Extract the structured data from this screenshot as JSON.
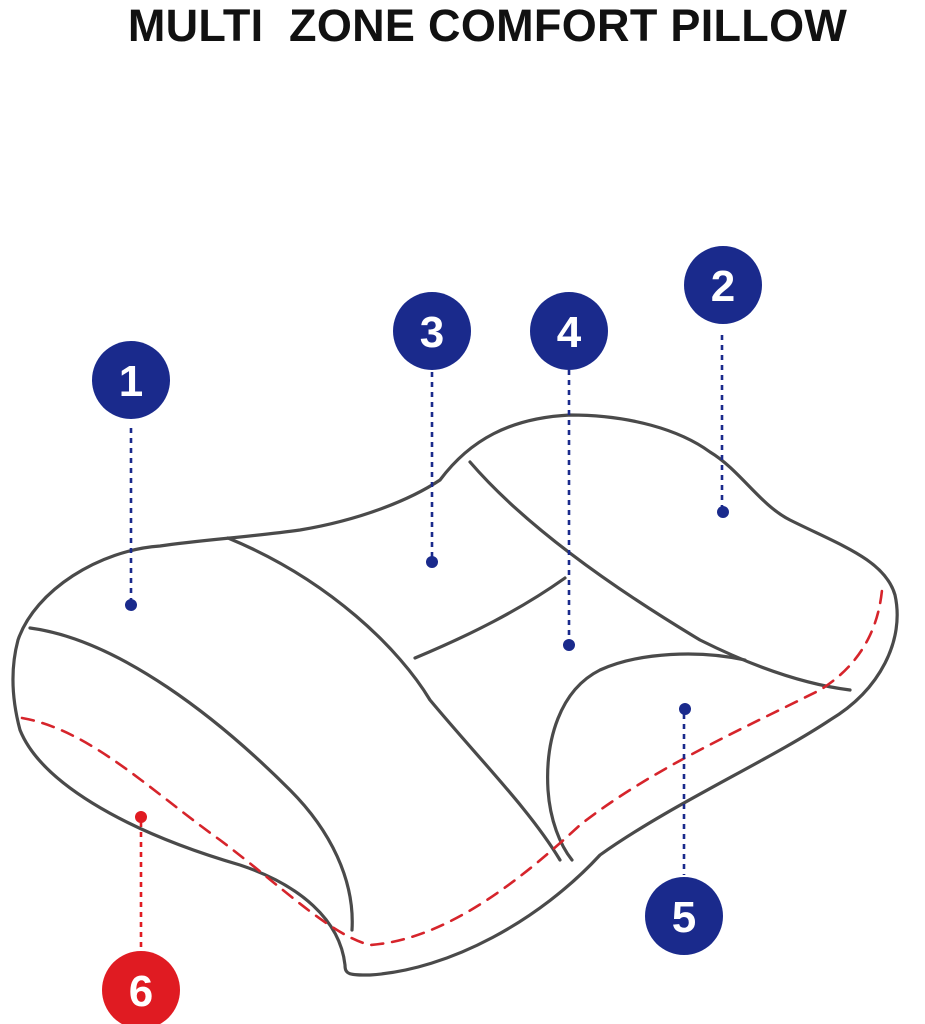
{
  "title": "MULTI  ZONE COMFORT PILLOW",
  "colors": {
    "outline": "#4a4a4a",
    "zone_blue": "#1a2a8c",
    "zone_red": "#e01b22",
    "stitch_red": "#d6242b"
  },
  "zones": [
    {
      "label": "1",
      "color": "blue"
    },
    {
      "label": "2",
      "color": "blue"
    },
    {
      "label": "3",
      "color": "blue"
    },
    {
      "label": "4",
      "color": "blue"
    },
    {
      "label": "5",
      "color": "blue"
    },
    {
      "label": "6",
      "color": "red"
    }
  ]
}
